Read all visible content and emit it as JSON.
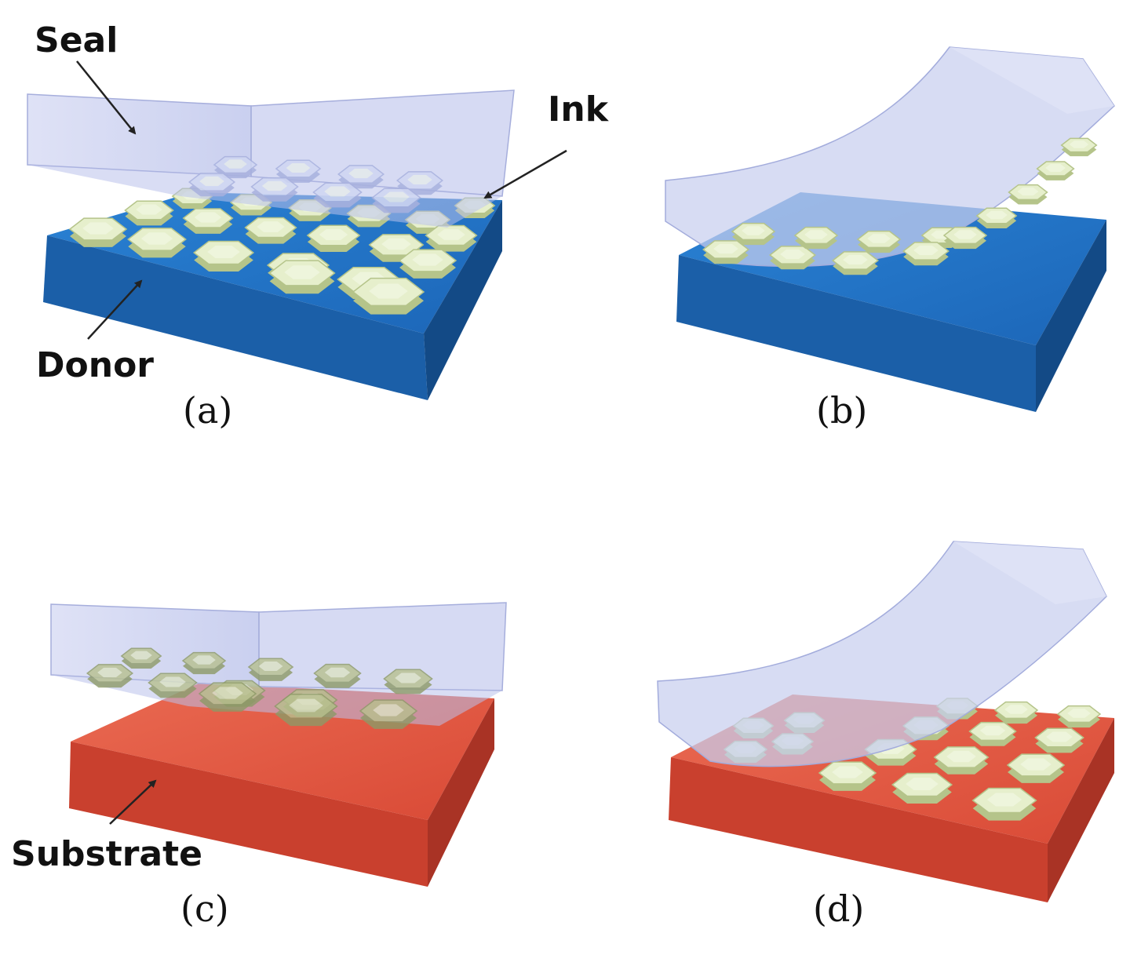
{
  "labels": {
    "seal": "Seal",
    "ink": "Ink",
    "donor": "Donor",
    "substrate": "Substrate"
  },
  "panels": [
    {
      "id": "a",
      "caption": "(a)"
    },
    {
      "id": "b",
      "caption": "(b)"
    },
    {
      "id": "c",
      "caption": "(c)"
    },
    {
      "id": "d",
      "caption": "(d)"
    }
  ],
  "colors": {
    "donor_top": "#1f73c6",
    "donor_side": "#1b5fa8",
    "donor_dark": "#134a86",
    "substrate_top": "#e0553f",
    "substrate_side": "#c9402e",
    "substrate_dark": "#a93325",
    "ink_top": "#e6efcc",
    "ink_side": "#b5c48a",
    "seal_fill": "#c6ccee",
    "seal_edge": "#9aa4d8",
    "text": "#111111"
  }
}
